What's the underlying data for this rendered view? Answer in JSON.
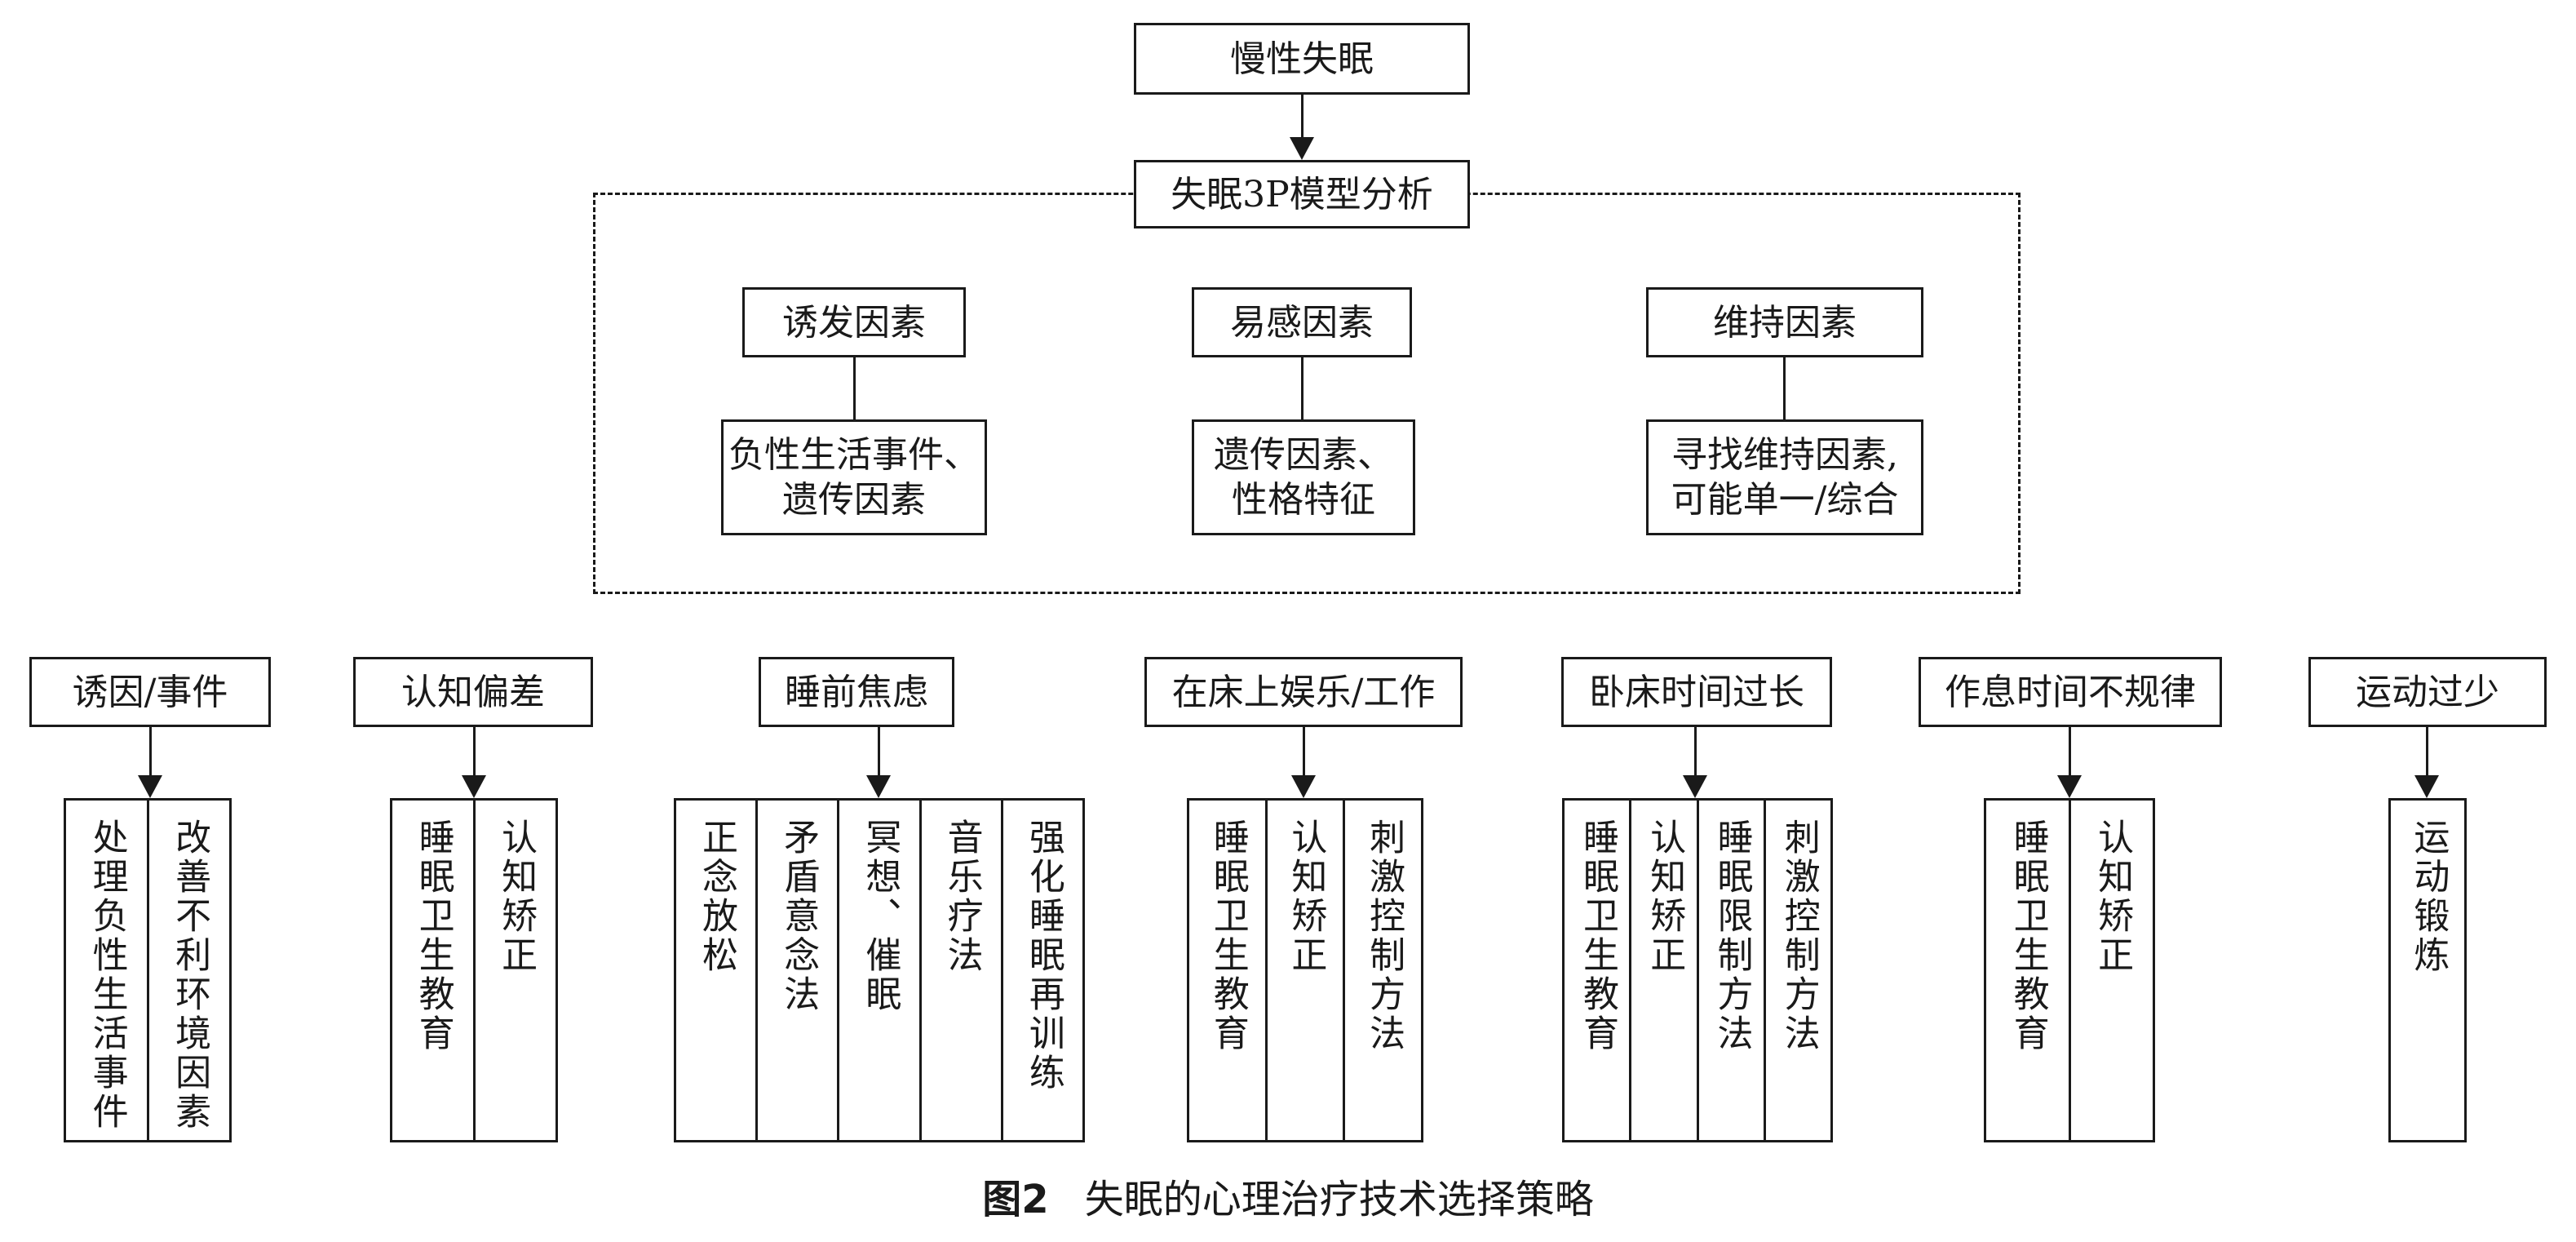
{
  "top": {
    "root": "慢性失眠",
    "model": "失眠3P模型分析"
  },
  "factors": [
    {
      "name": "诱发因素",
      "detail": [
        "负性生活事件、",
        "遗传因素"
      ]
    },
    {
      "name": "易感因素",
      "detail": [
        "遗传因素、",
        "性格特征"
      ]
    },
    {
      "name": "维持因素",
      "detail": [
        "寻找维持因素,",
        "可能单一/综合"
      ]
    }
  ],
  "categories": [
    {
      "label": "诱因/事件",
      "methods": [
        "处理负性生活事件",
        "改善不利环境因素"
      ]
    },
    {
      "label": "认知偏差",
      "methods": [
        "睡眠卫生教育",
        "认知矫正"
      ]
    },
    {
      "label": "睡前焦虑",
      "methods": [
        "正念放松",
        "矛盾意念法",
        "冥想、催眠",
        "音乐疗法",
        "强化睡眠再训练"
      ]
    },
    {
      "label": "在床上娱乐/工作",
      "methods": [
        "睡眠卫生教育",
        "认知矫正",
        "刺激控制方法"
      ]
    },
    {
      "label": "卧床时间过长",
      "methods": [
        "睡眠卫生教育",
        "认知矫正",
        "睡眠限制方法",
        "刺激控制方法"
      ]
    },
    {
      "label": "作息时间不规律",
      "methods": [
        "睡眠卫生教育",
        "认知矫正"
      ]
    },
    {
      "label": "运动过少",
      "methods": [
        "运动锻炼"
      ]
    }
  ],
  "caption": {
    "number": "图2",
    "title": "失眠的心理治疗技术选择策略"
  }
}
